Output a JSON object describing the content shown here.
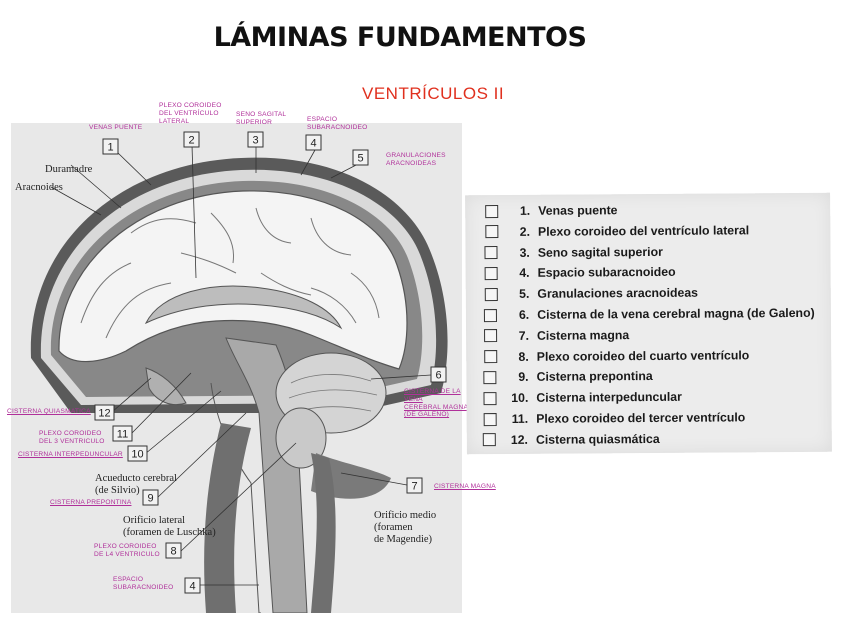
{
  "slide": {
    "title": "LÁMINAS FUNDAMENTOS",
    "subtitle": "VENTRÍCULOS II"
  },
  "figure": {
    "printed_labels": {
      "duramadre": "Duramadre",
      "aracnoides": "Aracnoides",
      "acueducto": "Acueducto cerebral\n(de Silvio)",
      "orificio_lateral": "Orificio lateral\n(foramen de Luschka)",
      "orificio_medio": "Orificio medio\n(foramen\nde Magendie)"
    },
    "numbers": [
      "1",
      "2",
      "3",
      "4",
      "5",
      "6",
      "7",
      "8",
      "9",
      "10",
      "11",
      "12",
      "4"
    ],
    "annotations": {
      "a1": "VENAS PUENTE",
      "a2": "PLEXO COROIDEO\nDEL  VENTRÍCULO\nLATERAL",
      "a3": "SENO SAGITAL\nSUPERIOR",
      "a4": "ESPACIO\nSUBARACNOIDEO",
      "a5": "GRANULACIONES\nARACNOIDEAS",
      "a6": "CISTERNA   DE   LA\nVENA\nCEREBRAL   MAGNA\n(DE GALENO)",
      "a7": "CISTERNA MAGNA",
      "a8": "PLEXO COROIDEO\nDE L4 VENTRICULO",
      "a9": "CISTERNA PREPONTINA",
      "a10": "CISTERNA INTERPEDUNCULAR",
      "a11": "PLEXO COROIDEO\nDEL 3 VENTRICULO",
      "a12": "CISTERNA QUIASMATICA",
      "a4b": "ESPACIO\nSUBARACNOIDEO"
    }
  },
  "checklist": {
    "items": [
      {
        "num": "1.",
        "label": "Venas puente"
      },
      {
        "num": "2.",
        "label": "Plexo coroideo del ventrículo lateral"
      },
      {
        "num": "3.",
        "label": "Seno sagital superior"
      },
      {
        "num": "4.",
        "label": "Espacio subaracnoideo"
      },
      {
        "num": "5.",
        "label": "Granulaciones aracnoideas"
      },
      {
        "num": "6.",
        "label": "Cisterna de la vena cerebral magna (de Galeno)"
      },
      {
        "num": "7.",
        "label": "Cisterna magna"
      },
      {
        "num": "8.",
        "label": "Plexo coroideo del cuarto ventrículo"
      },
      {
        "num": "9.",
        "label": "Cisterna prepontina"
      },
      {
        "num": "10.",
        "label": "Cisterna interpeduncular"
      },
      {
        "num": "11.",
        "label": "Plexo coroideo del tercer ventrículo"
      },
      {
        "num": "12.",
        "label": "Cisterna quiasmática"
      }
    ]
  },
  "colors": {
    "title": "#111111",
    "subtitle": "#e0301e",
    "annotation": "#b0309a"
  }
}
